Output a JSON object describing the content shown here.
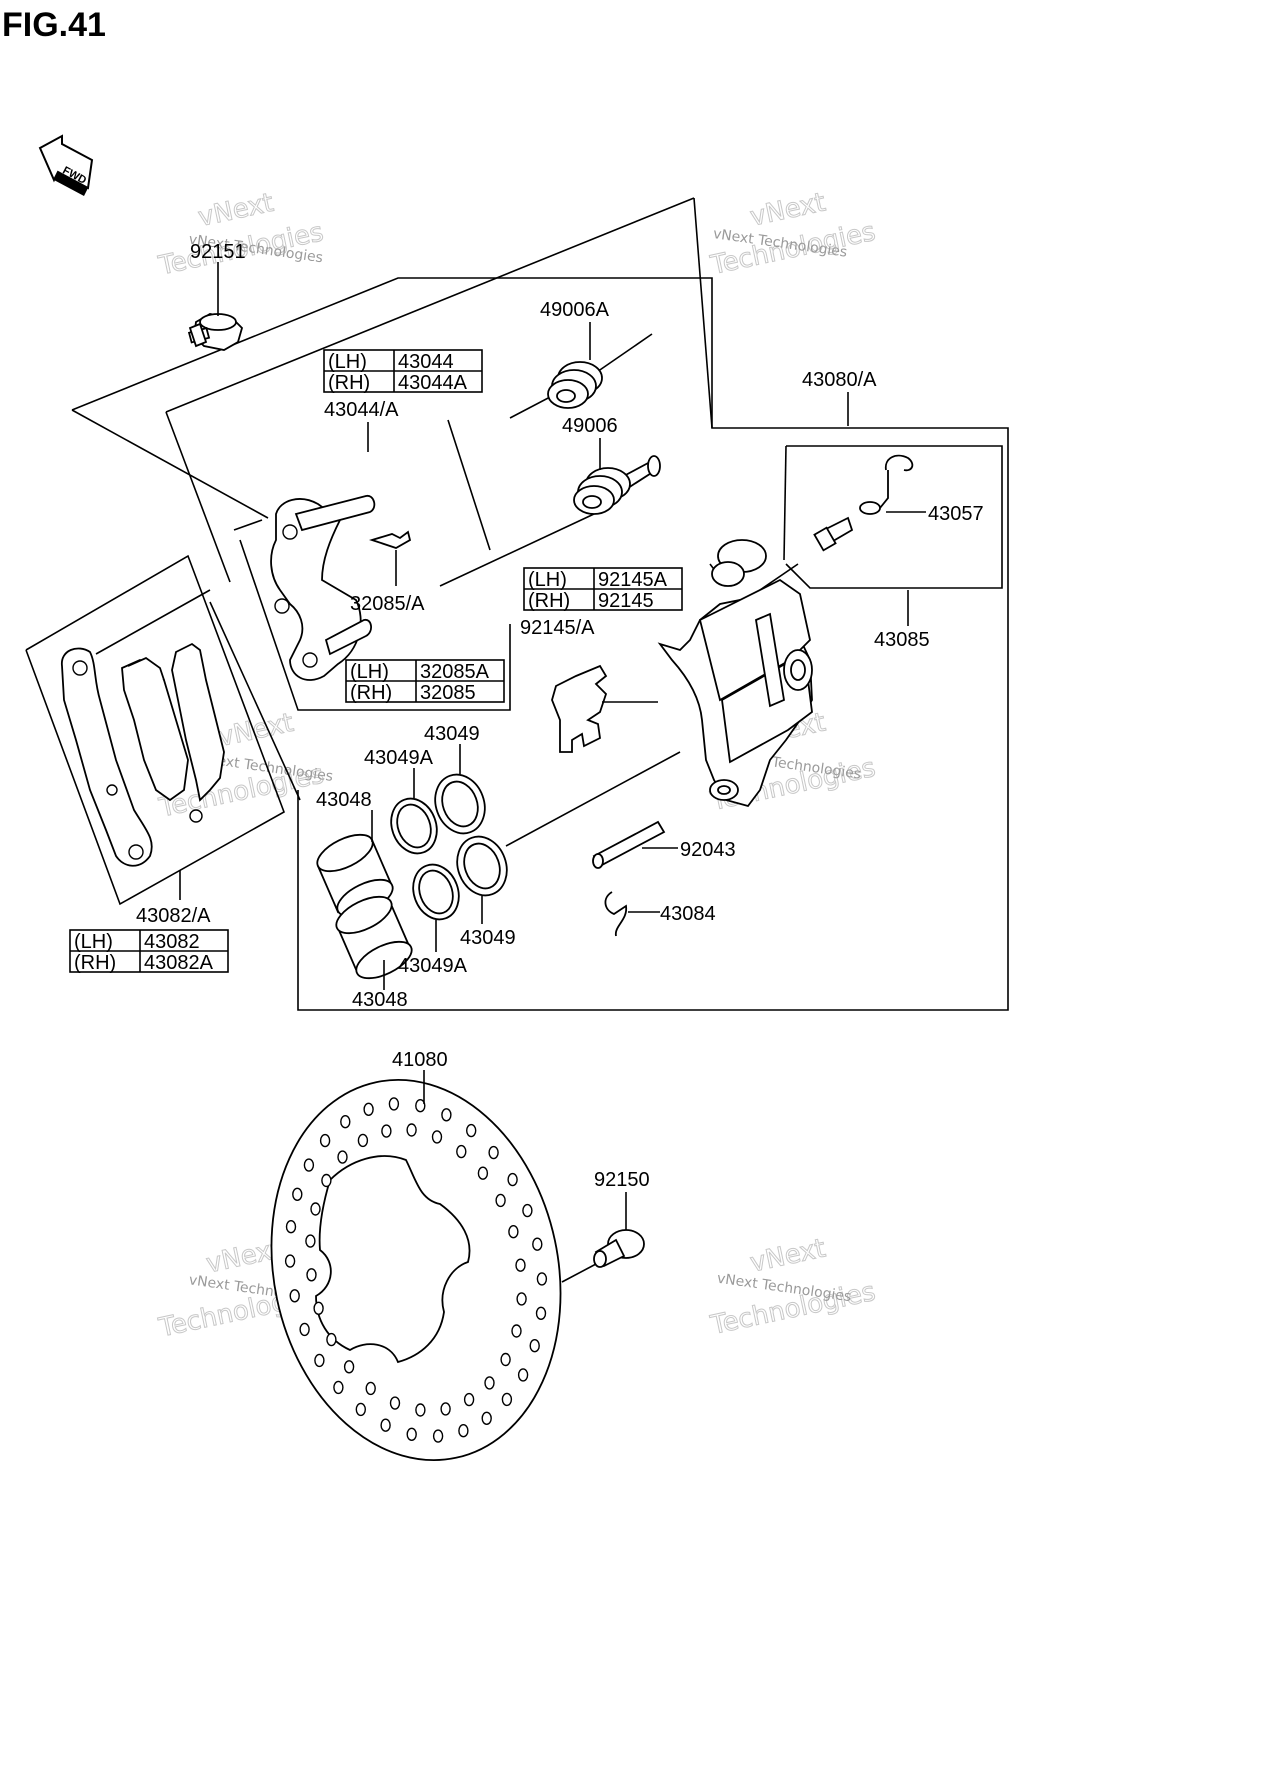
{
  "figure": {
    "title": "FIG.41",
    "fwd_label": "FWD"
  },
  "watermark": {
    "line1": "vNext",
    "line2": "Technologies",
    "small": "vNext Technologies"
  },
  "parts": {
    "p92151": "92151",
    "p49006A": "49006A",
    "p49006": "49006",
    "p43044A": "43044/A",
    "p32085A": "32085/A",
    "p43080A": "43080/A",
    "p43057": "43057",
    "p43085": "43085",
    "p92145A": "92145/A",
    "p43049_top": "43049",
    "p43049A_top": "43049A",
    "p43048_top": "43048",
    "p92043": "92043",
    "p43084": "43084",
    "p43049_bot": "43049",
    "p43049A_bot": "43049A",
    "p43048_bot": "43048",
    "p43082A": "43082/A",
    "p41080": "41080",
    "p92150": "92150"
  },
  "tables": {
    "t43044": [
      {
        "side": "(LH)",
        "part": "43044"
      },
      {
        "side": "(RH)",
        "part": "43044A"
      }
    ],
    "t32085": [
      {
        "side": "(LH)",
        "part": "32085A"
      },
      {
        "side": "(RH)",
        "part": "32085"
      }
    ],
    "t92145": [
      {
        "side": "(LH)",
        "part": "92145A"
      },
      {
        "side": "(RH)",
        "part": "92145"
      }
    ],
    "t43082": [
      {
        "side": "(LH)",
        "part": "43082"
      },
      {
        "side": "(RH)",
        "part": "43082A"
      }
    ]
  }
}
